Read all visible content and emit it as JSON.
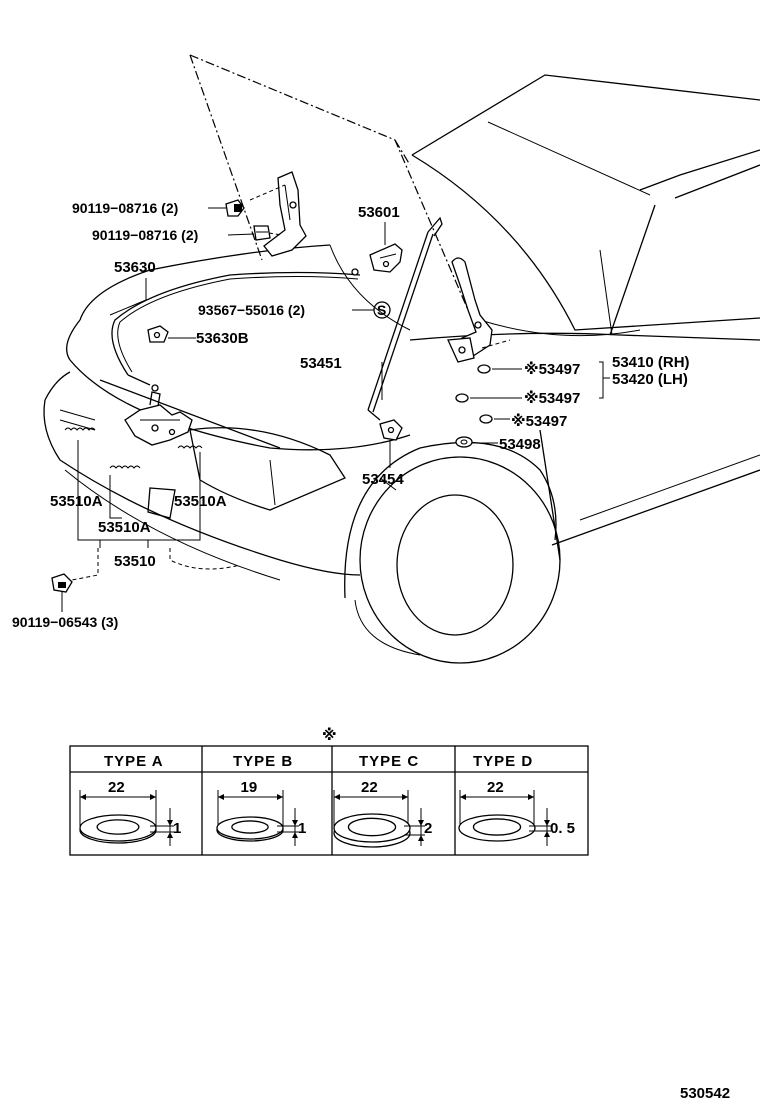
{
  "labels": {
    "bolt_upper": "90119−08716 (2)",
    "bolt_lower": "90119−08716 (2)",
    "part_53601": "53601",
    "part_53630": "53630",
    "clip_screw": "93567−55016 (2)",
    "s_mark": "S",
    "part_53630B": "53630B",
    "part_53451": "53451",
    "washer_1": "※53497",
    "washer_2": "※53497",
    "washer_3": "※53497",
    "hinge_rh": "53410 (RH)",
    "hinge_lh": "53420 (LH)",
    "part_53498": "53498",
    "part_53454": "53454",
    "spring_left": "53510A",
    "spring_mid": "53510A",
    "spring_right": "53510A",
    "lock_assy": "53510",
    "bolt_lock": "90119−06543 (3)"
  },
  "table": {
    "mark": "※",
    "types": [
      {
        "name": "TYPE  A",
        "diameter": "22",
        "thickness": "1"
      },
      {
        "name": "TYPE  B",
        "diameter": "19",
        "thickness": "1"
      },
      {
        "name": "TYPE  C",
        "diameter": "22",
        "thickness": "2"
      },
      {
        "name": "TYPE  D",
        "diameter": "22",
        "thickness": "0. 5"
      }
    ]
  },
  "footer": {
    "code": "530542"
  }
}
